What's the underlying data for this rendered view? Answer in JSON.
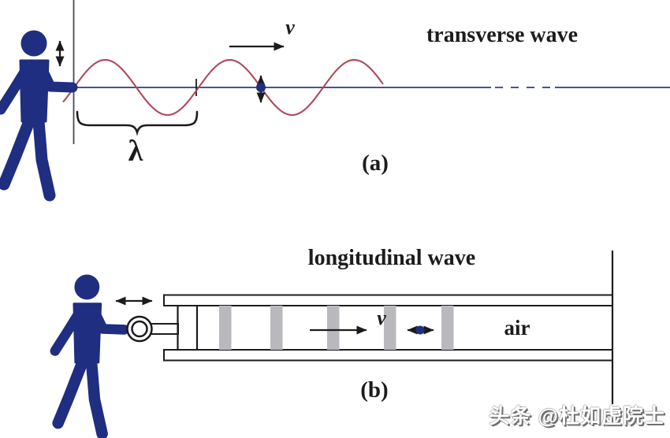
{
  "figure": {
    "panel_a": {
      "title": "transverse wave",
      "velocity_label": "v",
      "wavelength_label": "λ",
      "caption": "(a)"
    },
    "panel_b": {
      "title": "longitudinal wave",
      "velocity_label": "v",
      "medium_label": "air",
      "caption": "(b)"
    },
    "watermark": "头条 @杜如虚院士"
  },
  "colors": {
    "navy": "#1f2e80",
    "wave_red": "#ad4a5a",
    "axis_blue": "#2b3a8c",
    "gray_bar": "#b9b9bd",
    "ink": "#1c1c1c",
    "wall": "#4a4a58",
    "wm_shadow": "#6f6f6f"
  }
}
